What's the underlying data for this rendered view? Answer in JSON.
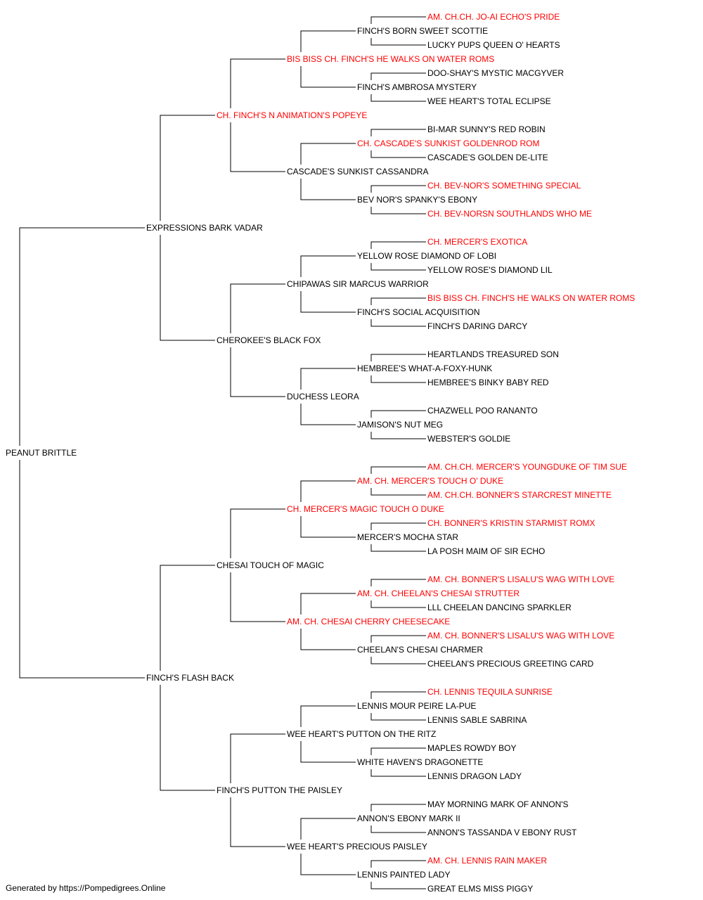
{
  "pedigree": {
    "name": "PEANUT BRITTLE",
    "sire": {
      "name": "EXPRESSIONS BARK VADAR",
      "sire": {
        "name": "CH. FINCH'S N ANIMATION'S POPEYE",
        "champion": true,
        "sire": {
          "name": "BIS BISS CH. FINCH'S HE WALKS ON WATER ROMS",
          "champion": true,
          "sire": {
            "name": "FINCH'S BORN SWEET SCOTTIE",
            "sire": {
              "name": "AM. CH.CH. JO-AI ECHO'S PRIDE",
              "champion": true
            },
            "dam": {
              "name": "LUCKY PUPS QUEEN O' HEARTS"
            }
          },
          "dam": {
            "name": "FINCH'S AMBROSA MYSTERY",
            "sire": {
              "name": "DOO-SHAY'S MYSTIC MACGYVER"
            },
            "dam": {
              "name": "WEE HEART'S TOTAL ECLIPSE"
            }
          }
        },
        "dam": {
          "name": "CASCADE'S SUNKIST CASSANDRA",
          "sire": {
            "name": "CH. CASCADE'S SUNKIST GOLDENROD ROM",
            "champion": true,
            "sire": {
              "name": "BI-MAR SUNNY'S RED ROBIN"
            },
            "dam": {
              "name": "CASCADE'S GOLDEN DE-LITE"
            }
          },
          "dam": {
            "name": "BEV NOR'S SPANKY'S EBONY",
            "sire": {
              "name": "CH. BEV-NOR'S SOMETHING SPECIAL",
              "champion": true
            },
            "dam": {
              "name": "CH. BEV-NORSN SOUTHLANDS WHO ME",
              "champion": true
            }
          }
        }
      },
      "dam": {
        "name": "CHEROKEE'S BLACK FOX",
        "sire": {
          "name": "CHIPAWAS SIR MARCUS WARRIOR",
          "sire": {
            "name": "YELLOW ROSE DIAMOND OF LOBI",
            "sire": {
              "name": "CH. MERCER'S EXOTICA",
              "champion": true
            },
            "dam": {
              "name": "YELLOW ROSE'S DIAMOND LIL"
            }
          },
          "dam": {
            "name": "FINCH'S SOCIAL ACQUISITION",
            "sire": {
              "name": "BIS BISS CH. FINCH'S HE WALKS ON WATER ROMS",
              "champion": true
            },
            "dam": {
              "name": "FINCH'S DARING DARCY"
            }
          }
        },
        "dam": {
          "name": "DUCHESS LEORA",
          "sire": {
            "name": "HEMBREE'S WHAT-A-FOXY-HUNK",
            "sire": {
              "name": "HEARTLANDS TREASURED SON"
            },
            "dam": {
              "name": "HEMBREE'S BINKY BABY RED"
            }
          },
          "dam": {
            "name": "JAMISON'S NUT MEG",
            "sire": {
              "name": "CHAZWELL POO RANANTO"
            },
            "dam": {
              "name": "WEBSTER'S GOLDIE"
            }
          }
        }
      }
    },
    "dam": {
      "name": "FINCH'S FLASH BACK",
      "sire": {
        "name": "CHESAI TOUCH OF MAGIC",
        "sire": {
          "name": "CH. MERCER'S MAGIC TOUCH O DUKE",
          "champion": true,
          "sire": {
            "name": "AM. CH. MERCER'S TOUCH O' DUKE",
            "champion": true,
            "sire": {
              "name": "AM. CH.CH. MERCER'S YOUNGDUKE OF TIM SUE",
              "champion": true
            },
            "dam": {
              "name": "AM. CH.CH. BONNER'S STARCREST MINETTE",
              "champion": true
            }
          },
          "dam": {
            "name": "MERCER'S MOCHA STAR",
            "sire": {
              "name": "CH. BONNER'S KRISTIN STARMIST ROMX",
              "champion": true
            },
            "dam": {
              "name": "LA POSH MAIM OF SIR ECHO"
            }
          }
        },
        "dam": {
          "name": "AM. CH. CHESAI CHERRY CHEESECAKE",
          "champion": true,
          "sire": {
            "name": "AM. CH. CHEELAN'S CHESAI STRUTTER",
            "champion": true,
            "sire": {
              "name": "AM. CH. BONNER'S LISALU'S WAG WITH LOVE",
              "champion": true
            },
            "dam": {
              "name": "LLL CHEELAN DANCING SPARKLER"
            }
          },
          "dam": {
            "name": "CHEELAN'S CHESAI CHARMER",
            "sire": {
              "name": "AM. CH. BONNER'S LISALU'S WAG WITH LOVE",
              "champion": true
            },
            "dam": {
              "name": "CHEELAN'S PRECIOUS GREETING CARD"
            }
          }
        }
      },
      "dam": {
        "name": "FINCH'S PUTTON THE PAISLEY",
        "sire": {
          "name": "WEE HEART'S PUTTON ON THE RITZ",
          "sire": {
            "name": "LENNIS MOUR PEIRE LA-PUE",
            "sire": {
              "name": "CH. LENNIS TEQUILA SUNRISE",
              "champion": true
            },
            "dam": {
              "name": "LENNIS SABLE SABRINA"
            }
          },
          "dam": {
            "name": "WHITE HAVEN'S DRAGONETTE",
            "sire": {
              "name": "MAPLES ROWDY BOY"
            },
            "dam": {
              "name": "LENNIS DRAGON LADY"
            }
          }
        },
        "dam": {
          "name": "WEE HEART'S PRECIOUS PAISLEY",
          "sire": {
            "name": "ANNON'S EBONY MARK II",
            "sire": {
              "name": "MAY MORNING MARK OF ANNON'S"
            },
            "dam": {
              "name": "ANNON'S TASSANDA V EBONY RUST"
            }
          },
          "dam": {
            "name": "LENNIS PAINTED LADY",
            "sire": {
              "name": "AM. CH. LENNIS RAIN MAKER",
              "champion": true
            },
            "dam": {
              "name": "GREAT ELMS MISS PIGGY"
            }
          }
        }
      }
    }
  },
  "colors": {
    "champion": "#ff0000",
    "normal": "#000000",
    "lines": "#000000"
  },
  "footer": "Generated by https://Pompedigrees.Online"
}
